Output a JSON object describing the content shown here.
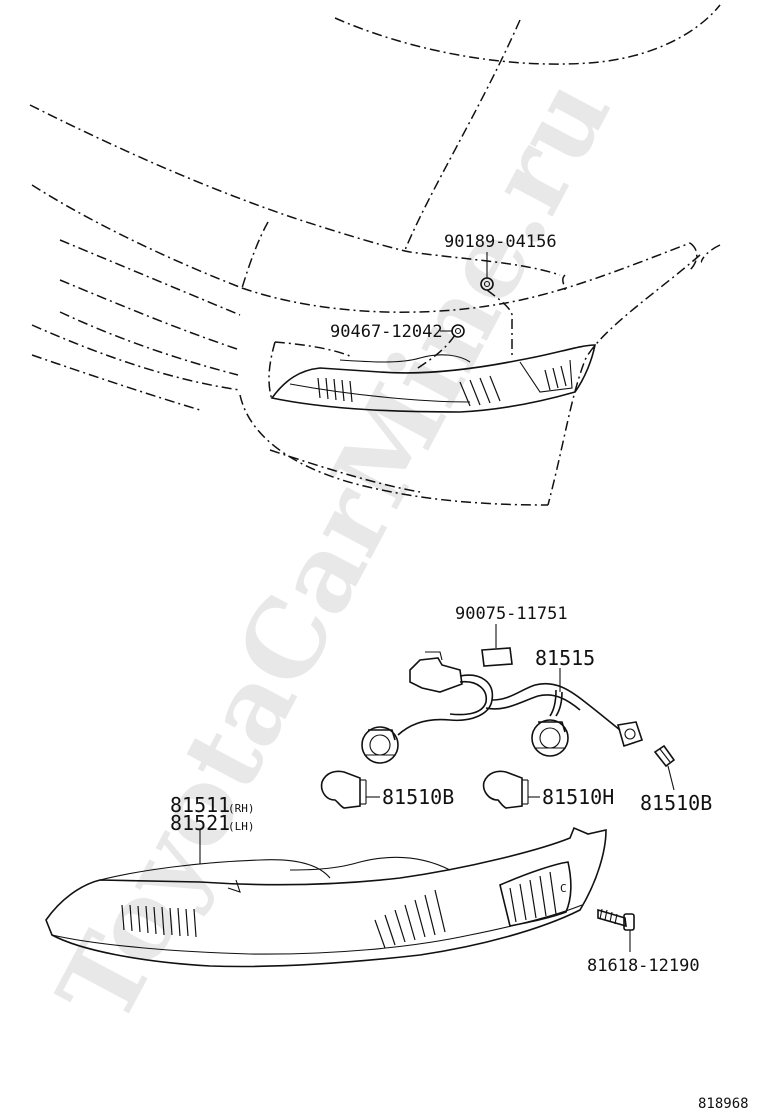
{
  "watermark": "ToyotaCarMine.ru",
  "diagram_code": "818968",
  "parts": {
    "clip_upper": "90189-04156",
    "clip_lower": "90467-12042",
    "label": "90075-11751",
    "socket_wire": "81515",
    "bulb_left": "81510B",
    "bulb_middle": "81510H",
    "bulb_right": "81510B",
    "lamp_rh_number": "81511",
    "lamp_rh_side": "(RH)",
    "lamp_lh_number": "81521",
    "lamp_lh_side": "(LH)",
    "screw": "81618-12190"
  }
}
